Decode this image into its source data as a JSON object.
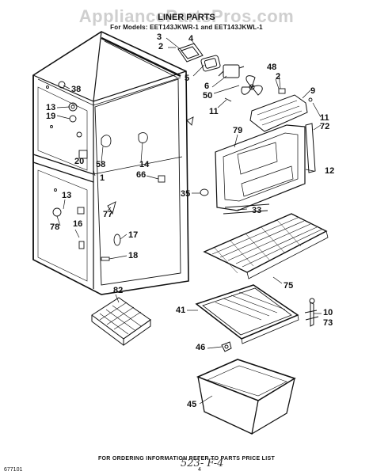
{
  "watermark": "AppliancePartsPros.com",
  "title": "LINER PARTS",
  "models": "For Models: EET143JKWR-1 and EET143JKWL-1",
  "footer": "FOR ORDERING INFORMATION REFER TO PARTS PRICE LIST",
  "doc_code": "677101",
  "page_number": "4",
  "handwritten_note": "523- F-4",
  "labels": [
    {
      "id": "3",
      "text": "3"
    },
    {
      "id": "2a",
      "text": "2"
    },
    {
      "id": "4",
      "text": "4"
    },
    {
      "id": "38",
      "text": "38"
    },
    {
      "id": "5",
      "text": "5"
    },
    {
      "id": "48",
      "text": "48"
    },
    {
      "id": "2b",
      "text": "2"
    },
    {
      "id": "6",
      "text": "6"
    },
    {
      "id": "50",
      "text": "50"
    },
    {
      "id": "9",
      "text": "9"
    },
    {
      "id": "13a",
      "text": "13"
    },
    {
      "id": "19",
      "text": "19"
    },
    {
      "id": "11a",
      "text": "11"
    },
    {
      "id": "11b",
      "text": "11"
    },
    {
      "id": "72",
      "text": "72"
    },
    {
      "id": "79",
      "text": "79"
    },
    {
      "id": "20",
      "text": "20"
    },
    {
      "id": "58",
      "text": "58"
    },
    {
      "id": "14",
      "text": "14"
    },
    {
      "id": "12",
      "text": "12"
    },
    {
      "id": "1",
      "text": "1"
    },
    {
      "id": "66",
      "text": "66"
    },
    {
      "id": "35",
      "text": "35"
    },
    {
      "id": "13b",
      "text": "13"
    },
    {
      "id": "33",
      "text": "33"
    },
    {
      "id": "77",
      "text": "77"
    },
    {
      "id": "78",
      "text": "78"
    },
    {
      "id": "16",
      "text": "16"
    },
    {
      "id": "17",
      "text": "17"
    },
    {
      "id": "18",
      "text": "18"
    },
    {
      "id": "75",
      "text": "75"
    },
    {
      "id": "82",
      "text": "82"
    },
    {
      "id": "41",
      "text": "41"
    },
    {
      "id": "10",
      "text": "10"
    },
    {
      "id": "73",
      "text": "73"
    },
    {
      "id": "46",
      "text": "46"
    },
    {
      "id": "45",
      "text": "45"
    }
  ]
}
